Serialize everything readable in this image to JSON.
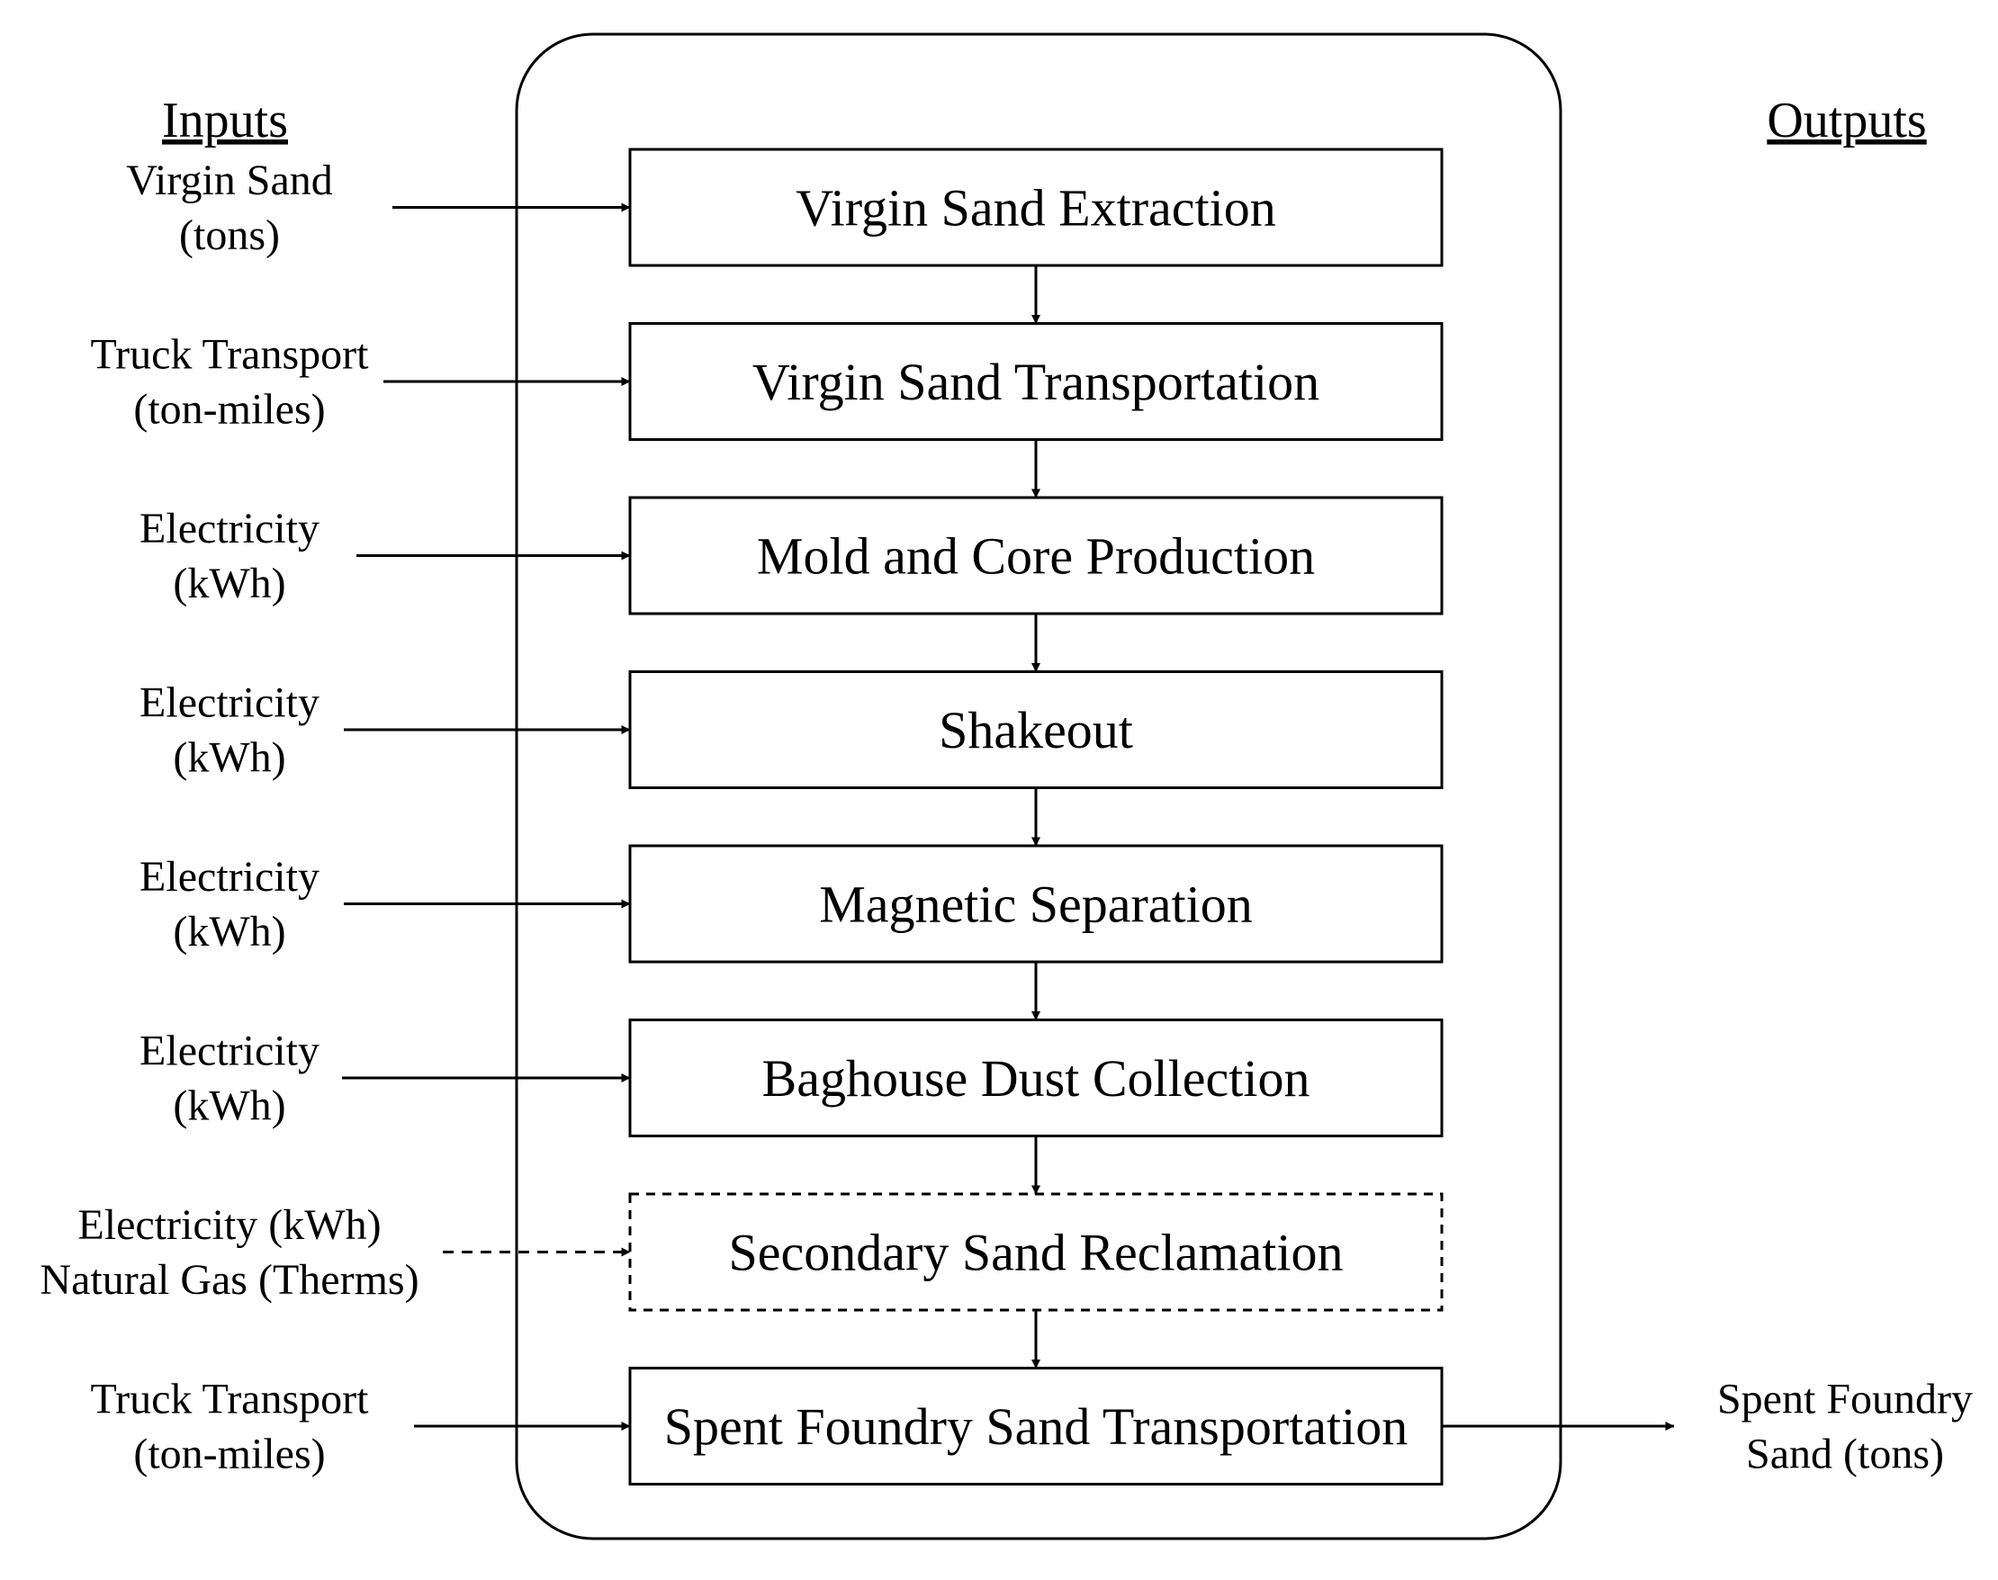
{
  "headings": {
    "inputs": "Inputs",
    "outputs": "Outputs"
  },
  "steps": [
    {
      "label": "Virgin Sand Extraction",
      "style": "solid"
    },
    {
      "label": "Virgin Sand Transportation",
      "style": "solid"
    },
    {
      "label": "Mold and Core Production",
      "style": "solid"
    },
    {
      "label": "Shakeout",
      "style": "solid"
    },
    {
      "label": "Magnetic Separation",
      "style": "solid"
    },
    {
      "label": "Baghouse Dust Collection",
      "style": "solid"
    },
    {
      "label": "Secondary Sand Reclamation",
      "style": "dashed"
    },
    {
      "label": "Spent Foundry Sand Transportation",
      "style": "solid"
    }
  ],
  "inputs": [
    {
      "lines": [
        "Virgin Sand",
        "(tons)"
      ],
      "style": "solid"
    },
    {
      "lines": [
        "Truck Transport",
        "(ton-miles)"
      ],
      "style": "solid"
    },
    {
      "lines": [
        "Electricity",
        "(kWh)"
      ],
      "style": "solid"
    },
    {
      "lines": [
        "Electricity",
        "(kWh)"
      ],
      "style": "solid"
    },
    {
      "lines": [
        "Electricity",
        "(kWh)"
      ],
      "style": "solid"
    },
    {
      "lines": [
        "Electricity",
        "(kWh)"
      ],
      "style": "solid"
    },
    {
      "lines": [
        "Electricity (kWh)",
        "Natural Gas (Therms)"
      ],
      "style": "dashed"
    },
    {
      "lines": [
        "Truck Transport",
        "(ton-miles)"
      ],
      "style": "solid"
    }
  ],
  "outputs": [
    {
      "lines": [
        "Spent Foundry",
        "Sand (tons)"
      ],
      "from_step": 7
    }
  ]
}
